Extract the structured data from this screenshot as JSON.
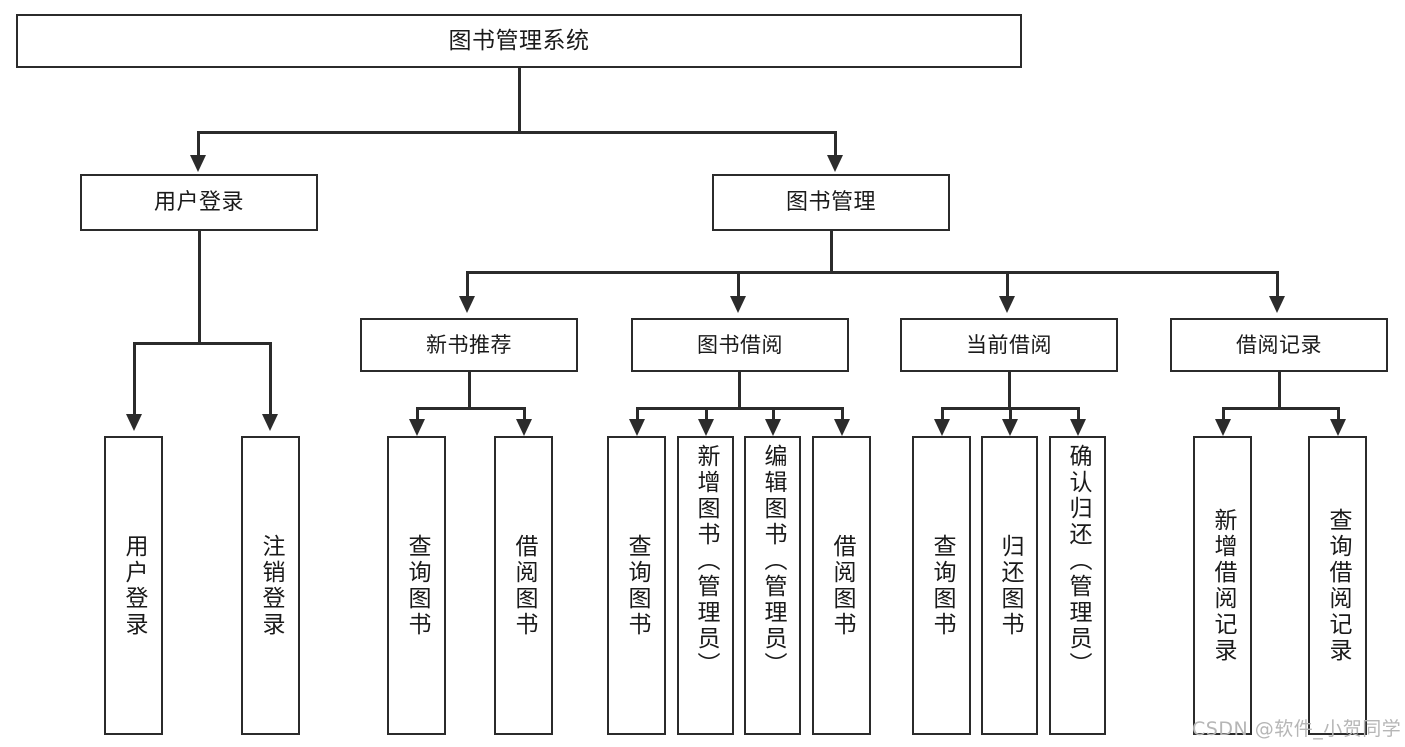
{
  "diagram": {
    "type": "tree-hierarchy",
    "title": "图书管理系统",
    "watermark": "CSDN @软件_小贺同学",
    "colors": {
      "border": "#2b2b2b",
      "background": "#ffffff",
      "text": "#1a1a1a",
      "watermark": "#b6b6b6"
    },
    "root": {
      "label": "图书管理系统"
    },
    "level1": [
      {
        "id": "user-login",
        "label": "用户登录"
      },
      {
        "id": "book-manage",
        "label": "图书管理"
      }
    ],
    "level2": [
      {
        "id": "new-book-recommend",
        "label": "新书推荐"
      },
      {
        "id": "book-borrow",
        "label": "图书借阅"
      },
      {
        "id": "current-borrow",
        "label": "当前借阅"
      },
      {
        "id": "borrow-record",
        "label": "借阅记录"
      }
    ],
    "leaves": {
      "user_login": [
        {
          "id": "leaf-user-login",
          "label": "用户登录"
        },
        {
          "id": "leaf-logout-login",
          "label": "注销登录"
        }
      ],
      "new_book_recommend": [
        {
          "id": "leaf-query-book-1",
          "label": "查询图书"
        },
        {
          "id": "leaf-borrow-book-1",
          "label": "借阅图书"
        }
      ],
      "book_borrow": [
        {
          "id": "leaf-query-book-2",
          "label": "查询图书"
        },
        {
          "id": "leaf-add-book",
          "label": "新增图书（管理员）"
        },
        {
          "id": "leaf-edit-book",
          "label": "编辑图书（管理员）"
        },
        {
          "id": "leaf-borrow-book-2",
          "label": "借阅图书"
        }
      ],
      "current_borrow": [
        {
          "id": "leaf-query-book-3",
          "label": "查询图书"
        },
        {
          "id": "leaf-return-book",
          "label": "归还图书"
        },
        {
          "id": "leaf-confirm-return",
          "label": "确认归还（管理员）"
        }
      ],
      "borrow_record": [
        {
          "id": "leaf-add-record",
          "label": "新增借阅记录"
        },
        {
          "id": "leaf-query-record",
          "label": "查询借阅记录"
        }
      ]
    }
  }
}
